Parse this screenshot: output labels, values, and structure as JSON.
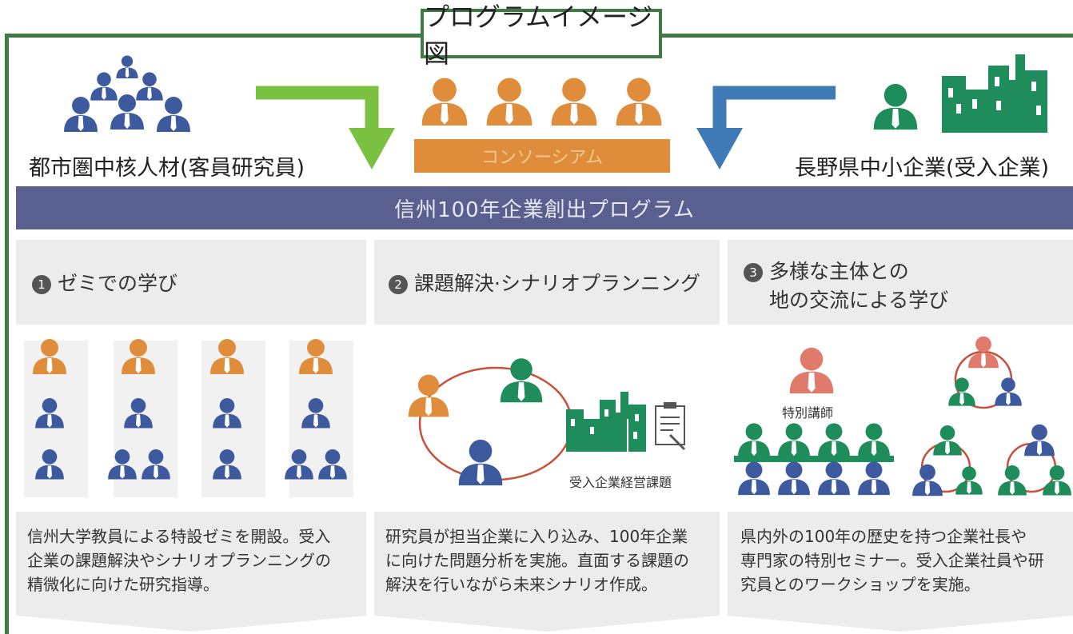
{
  "title": "プログラムイメージ図",
  "left_label": "都市圏中核人材(客員研究員)",
  "right_label": "長野県中小企業(受入企業)",
  "consortium": "コンソーシアム",
  "program_band": "信州100年企業創出プログラム",
  "sections": [
    {
      "number": "1",
      "title_lines": [
        "ゼミでの学び"
      ],
      "description_lines": [
        "信州大学教員による特設ゼミを開設。受入",
        "企業の課題解決やシナリオプランニングの",
        "精微化に向けた研究指導。"
      ]
    },
    {
      "number": "2",
      "title_lines": [
        "課題解決·シナリオプランニング"
      ],
      "figure_label": "受入企業経営課題",
      "description_lines": [
        "研究員が担当企業に入り込み、100年企業",
        "に向けた問題分析を実施。直面する課題の",
        "解決を行いながら未来シナリオ作成。"
      ]
    },
    {
      "number": "3",
      "title_lines": [
        "多様な主体との",
        "地の交流による学び"
      ],
      "figure_label": "特別講師",
      "description_lines": [
        "県内外の100年の歴史を持つ企業社長や",
        "専門家の特別セミナー。受入企業社員や研",
        "究員とのワークショップを実施。"
      ]
    }
  ],
  "colors": {
    "frame_green": "#3f7a45",
    "band_purple": "#59608f",
    "orange": "#e08d3b",
    "blue": "#3d5a9e",
    "teal": "#1f8c5c",
    "green_arrow": "#7ac142",
    "blue_arrow": "#3f79b6",
    "salmon": "#e07a6a"
  }
}
